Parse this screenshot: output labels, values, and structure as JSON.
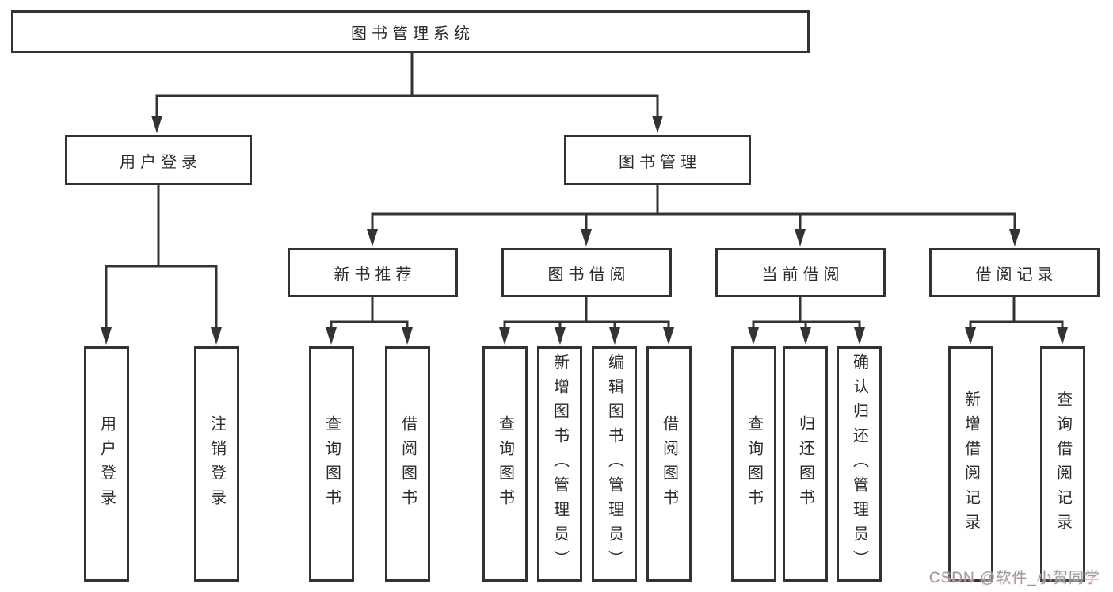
{
  "diagram": {
    "type": "hierarchy-tree",
    "colors": {
      "line": "#333333",
      "box_border": "#333333",
      "text": "#2b2b2b",
      "background": "#ffffff",
      "watermark": "#9c9c9c"
    },
    "tree": {
      "label": "图书管理系统",
      "children": [
        {
          "label": "用户登录",
          "children": [
            {
              "label": "用户登录"
            },
            {
              "label": "注销登录"
            }
          ]
        },
        {
          "label": "图书管理",
          "children": [
            {
              "label": "新书推荐",
              "children": [
                {
                  "label": "查询图书"
                },
                {
                  "label": "借阅图书"
                }
              ]
            },
            {
              "label": "图书借阅",
              "children": [
                {
                  "label": "查询图书"
                },
                {
                  "label": "新增图书（管理员）"
                },
                {
                  "label": "编辑图书（管理员）"
                },
                {
                  "label": "借阅图书"
                }
              ]
            },
            {
              "label": "当前借阅",
              "children": [
                {
                  "label": "查询图书"
                },
                {
                  "label": "归还图书"
                },
                {
                  "label": "确认归还（管理员）"
                }
              ]
            },
            {
              "label": "借阅记录",
              "children": [
                {
                  "label": "新增借阅记录"
                },
                {
                  "label": "查询借阅记录"
                }
              ]
            }
          ]
        }
      ]
    },
    "watermark": "CSDN @软件_小贺同学"
  }
}
